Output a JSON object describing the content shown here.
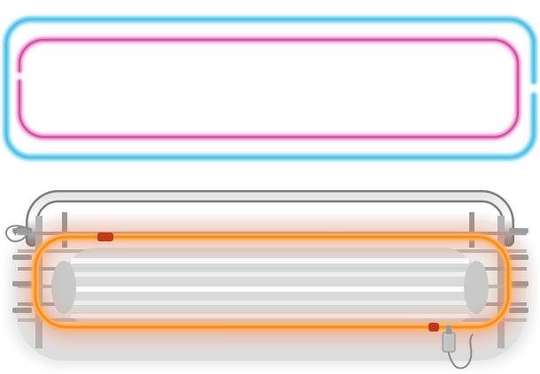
{
  "signs": {
    "top": {
      "outer_tube_color": "#4fc3e8",
      "inner_tube_color": "#d44fa6"
    },
    "bottom": {
      "tube_color": "#ff8a1c",
      "glow_color": "#ff5a1a",
      "metal_color": "#9a9a9a",
      "icons": [
        "neon-tube-frame",
        "metal-rod-rack",
        "power-cable",
        "plug"
      ]
    }
  }
}
